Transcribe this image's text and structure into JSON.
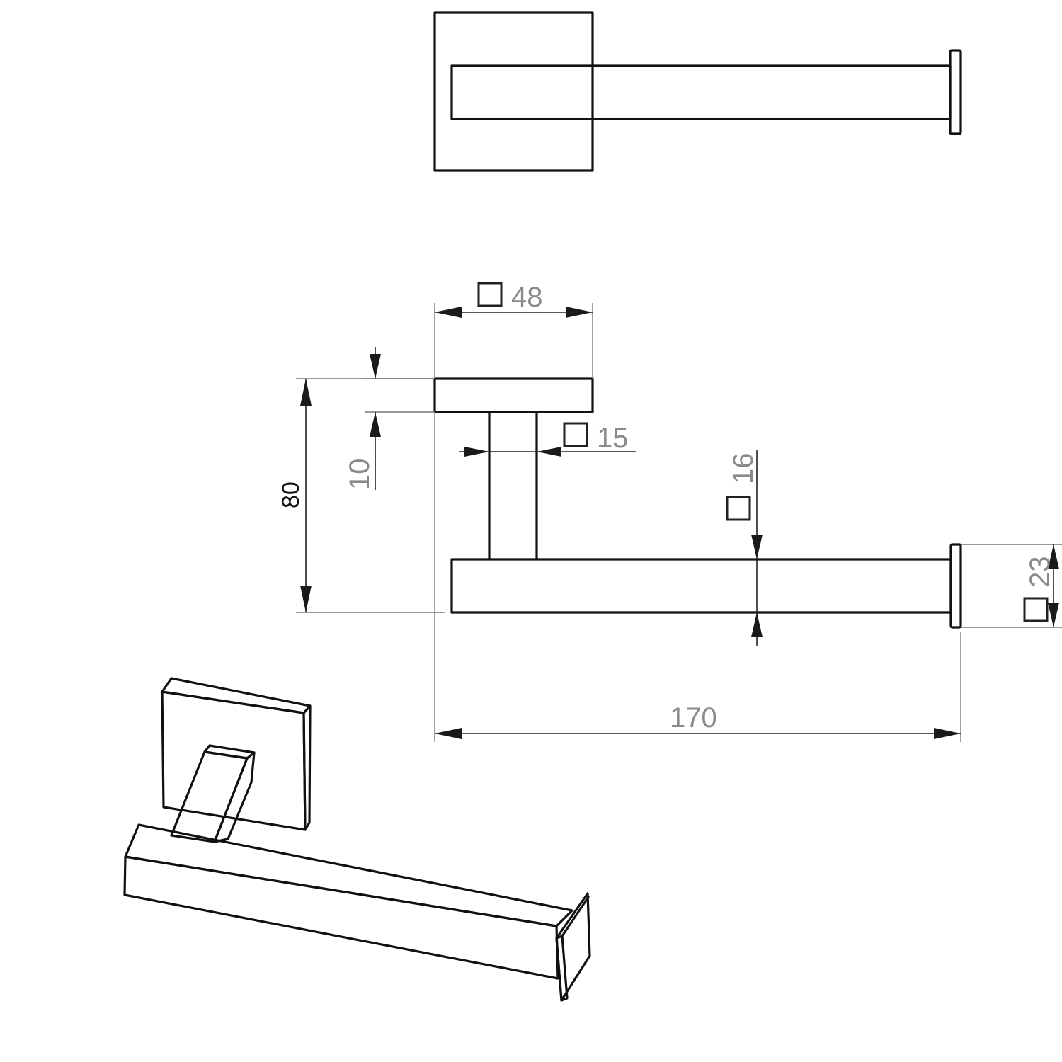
{
  "drawing": {
    "dimensions": {
      "base_square_label": "48",
      "base_thickness_label": "10",
      "overall_height_label": "80",
      "post_square_label": "15",
      "bar_square_label": "16",
      "end_cap_square_label": "23",
      "overall_length_label": "170"
    },
    "square_symbol": "square-section-icon",
    "colors": {
      "line": "#111111",
      "dimension_line": "#777777",
      "dimension_text": "#8a8a8a",
      "background": "#ffffff"
    }
  }
}
